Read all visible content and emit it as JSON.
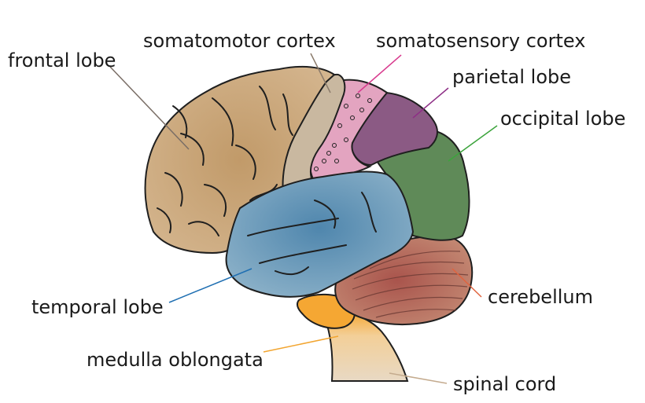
{
  "labels": {
    "frontal_lobe": "frontal lobe",
    "somatomotor_cortex": "somatomotor cortex",
    "somatosensory_cortex": "somatosensory cortex",
    "parietal_lobe": "parietal lobe",
    "occipital_lobe": "occipital lobe",
    "temporal_lobe": "temporal lobe",
    "cerebellum": "cerebellum",
    "medulla_oblongata": "medulla oblongata",
    "spinal_cord": "spinal cord"
  },
  "colors": {
    "frontal_lobe": "#c8a57a",
    "somatomotor_cortex": "#c9b8a0",
    "somatosensory_cortex": "#e3a4c0",
    "parietal_lobe": "#8b5a84",
    "occipital_lobe": "#5f8a58",
    "temporal_lobe": "#6e9bb8",
    "cerebellum": "#b4665e",
    "medulla_oblongata": "#f5a733",
    "spinal_cord": "#e8d9c4",
    "outline": "#1f1f1f"
  },
  "leader_colors": {
    "frontal_lobe": "#7a6e66",
    "somatomotor_cortex": "#8a7a6a",
    "somatosensory_cortex": "#d83a8e",
    "parietal_lobe": "#8e2f86",
    "occipital_lobe": "#3ca43c",
    "temporal_lobe": "#1f6fb2",
    "cerebellum": "#e0633e",
    "medulla_oblongata": "#f2a530",
    "spinal_cord": "#c4ab8e"
  }
}
